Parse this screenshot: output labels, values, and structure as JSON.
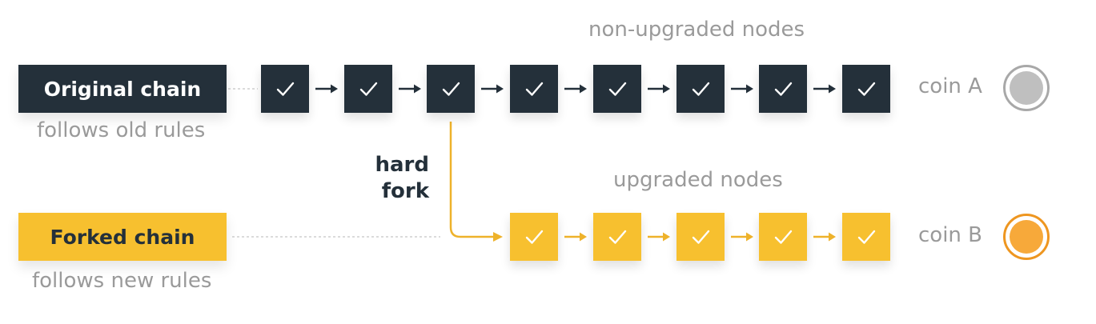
{
  "labels": {
    "original_chain": "Original chain",
    "original_rules": "follows old rules",
    "forked_chain": "Forked chain",
    "forked_rules": "follows new rules",
    "non_upgraded": "non-upgraded nodes",
    "upgraded": "upgraded nodes",
    "hard_fork_line1": "hard",
    "hard_fork_line2": "fork",
    "coin_a": "coin A",
    "coin_b": "coin B"
  },
  "colors": {
    "dark_block": "#24303a",
    "yellow_block": "#f7c02f",
    "yellow_arrow": "#eeb22b",
    "muted_text": "#9a9a9a",
    "coin_a_fill": "#bfbfbf",
    "coin_a_ring": "#a8a8a8",
    "coin_b_fill": "#f7a93a",
    "coin_b_ring": "#ee9620"
  },
  "chains": {
    "original_block_count": 8,
    "forked_block_count": 5,
    "fork_after_block": 3
  },
  "icons": {
    "block_mark": "checkmark-icon",
    "coin_a": "coin-a-icon",
    "coin_b": "coin-b-icon"
  }
}
